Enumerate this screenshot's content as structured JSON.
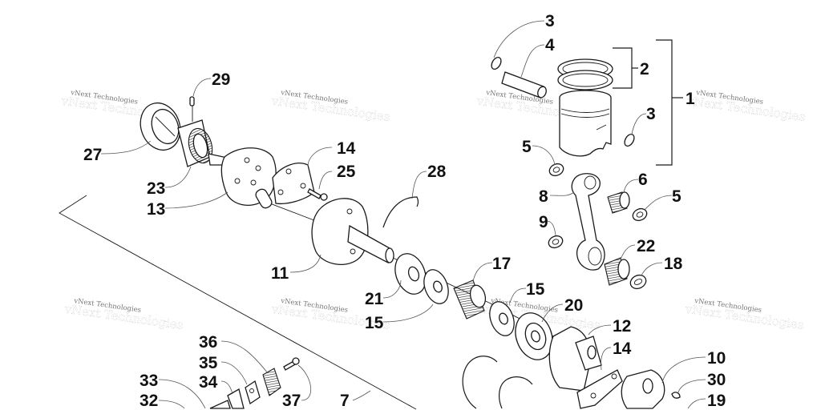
{
  "diagram": {
    "title": "Crankshaft and Piston Assembly exploded view",
    "watermark_text": "vNext Technologies",
    "colors": {
      "line": "#1a1a1a",
      "leader": "#555555",
      "background": "#ffffff",
      "watermark": "#777777"
    },
    "callouts": {
      "c1": "1",
      "c2": "2",
      "c3a": "3",
      "c3b": "3",
      "c4": "4",
      "c5a": "5",
      "c5b": "5",
      "c6": "6",
      "c7": "7",
      "c8": "8",
      "c9": "9",
      "c10": "10",
      "c11": "11",
      "c12": "12",
      "c13": "13",
      "c14a": "14",
      "c14b": "14",
      "c15a": "15",
      "c15b": "15",
      "c17": "17",
      "c18": "18",
      "c19": "19",
      "c20": "20",
      "c21": "21",
      "c22": "22",
      "c23": "23",
      "c25": "25",
      "c27": "27",
      "c28": "28",
      "c29": "29",
      "c30": "30",
      "c32": "32",
      "c33": "33",
      "c34": "34",
      "c35": "35",
      "c36": "36",
      "c37": "37"
    }
  }
}
